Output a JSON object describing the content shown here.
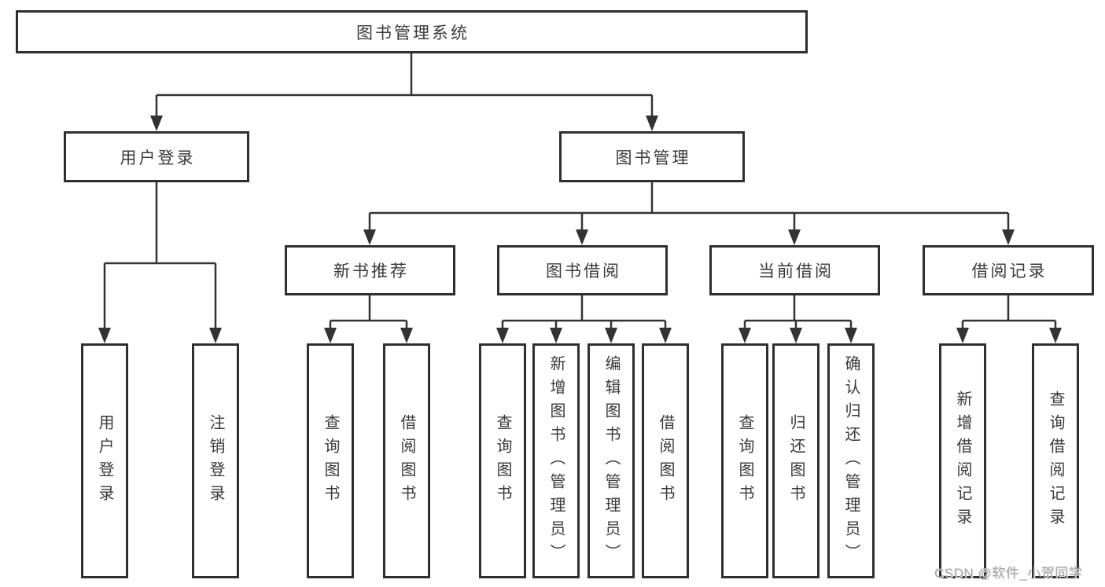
{
  "diagram_title": "图书管理系统",
  "tree": {
    "root": {
      "label": "图书管理系统"
    },
    "children": [
      {
        "label": "用户登录",
        "children": [
          {
            "label": "用户登录"
          },
          {
            "label": "注销登录"
          }
        ]
      },
      {
        "label": "图书管理",
        "children": [
          {
            "label": "新书推荐",
            "children": [
              {
                "label": "查询图书"
              },
              {
                "label": "借阅图书"
              }
            ]
          },
          {
            "label": "图书借阅",
            "children": [
              {
                "label": "查询图书"
              },
              {
                "label": "新增图书（管理员）"
              },
              {
                "label": "编辑图书（管理员）"
              },
              {
                "label": "借阅图书"
              }
            ]
          },
          {
            "label": "当前借阅",
            "children": [
              {
                "label": "查询图书"
              },
              {
                "label": "归还图书"
              },
              {
                "label": "确认归还（管理员）"
              }
            ]
          },
          {
            "label": "借阅记录",
            "children": [
              {
                "label": "新增借阅记录"
              },
              {
                "label": "查询借阅记录"
              }
            ]
          }
        ]
      }
    ]
  },
  "watermark": {
    "text": "CSDN @软件_小贺同学"
  },
  "colors": {
    "line": "#333333",
    "box_border": "#2f2f2f",
    "text": "#3a3a3a",
    "watermark": "#a3a3a3",
    "background": "#ffffff"
  }
}
